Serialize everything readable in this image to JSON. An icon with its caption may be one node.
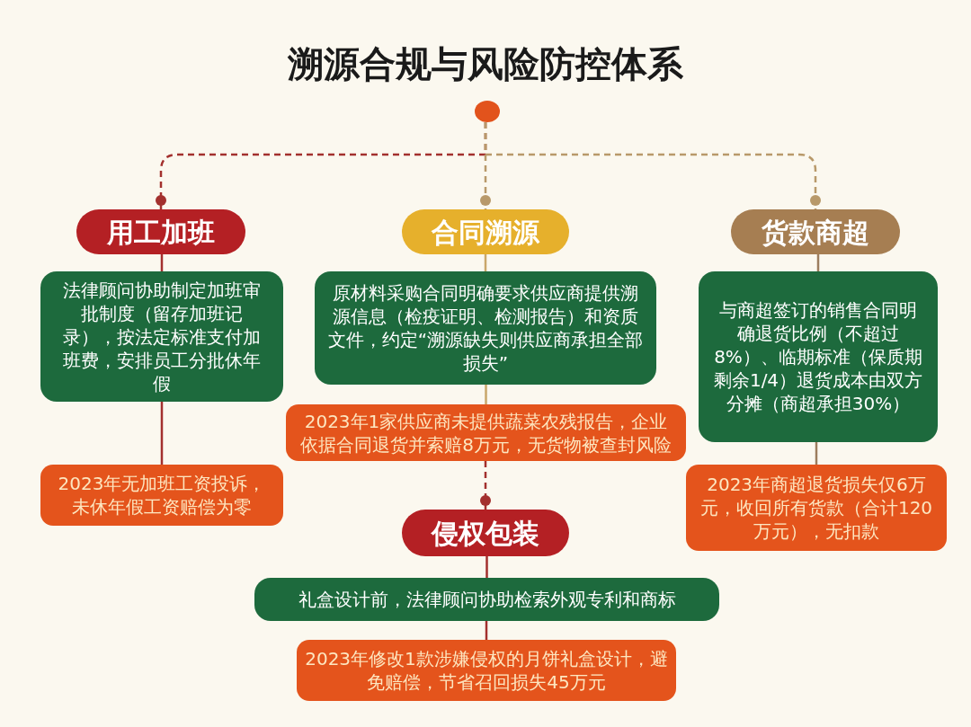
{
  "diagram": {
    "title": "溯源合规与风险防控体系",
    "nodes": [
      {
        "text": [],
        "shape": "circle"
      },
      {
        "text": [
          "用工加班"
        ]
      },
      {
        "text": [
          "合同溯源"
        ]
      },
      {
        "text": [
          "货款商超"
        ]
      },
      {
        "text": [
          "法律顾问协助制定加班审批制度（留存加班记录），按法定标准支付加班费，安排员工分批休年假"
        ]
      },
      {
        "text": [
          "原材料采购合同明确要求供应商提供溯源信息（检疫证明、检测报告）和资质文件，约定“溯源缺失则供应商承担全部损失”"
        ]
      },
      {
        "text": [
          "与商超签订的销售合同明确退货比例（不超过8%）、临期标准（保质期剩余1/4）退货成本由双方分摊（商超承担30%）"
        ]
      },
      {
        "text": [
          "2023年1家供应商未提供蔬菜农残报告，企业依据合同退货并索赔8万元，无货物被查封风险"
        ]
      },
      {
        "text": [
          "2023年无加班工资投诉，未休年假工资赔偿为零"
        ]
      },
      {
        "text": [
          "2023年商超退货损失仅6万元，收回所有货款（合计120万元），无扣款"
        ]
      },
      {
        "text": [
          "侵权包装"
        ]
      },
      {
        "text": [
          "礼盒设计前，法律顾问协助检索外观专利和商标"
        ]
      },
      {
        "text": [
          "2023年修改1款涉嫌侵权的月饼礼盒设计，避免赔偿，节省召回损失45万元"
        ]
      }
    ],
    "edges": [
      {
        "from": 0,
        "to": 1,
        "arrow": "other",
        "style": "dashed"
      },
      {
        "from": 0,
        "to": 2,
        "arrow": "other",
        "style": "dashed",
        "color": "#b8996a"
      },
      {
        "from": 0,
        "to": 3,
        "arrow": "other",
        "style": "dashed",
        "color": "#b8996a"
      },
      {
        "from": 1,
        "to": 4,
        "arrow": "none"
      },
      {
        "from": 2,
        "to": 5,
        "arrow": "none",
        "color": "#c9a76a"
      },
      {
        "from": 3,
        "to": 6,
        "arrow": "none",
        "color": "#9c7d5e"
      },
      {
        "from": 5,
        "to": 7,
        "arrow": "none",
        "color": "#c9a76a"
      },
      {
        "from": 4,
        "to": 8,
        "arrow": "none"
      },
      {
        "from": 6,
        "to": 9,
        "arrow": "none",
        "color": "#9c7d5e"
      },
      {
        "from": 7,
        "to": 10,
        "arrow": "other",
        "style": "dashed"
      },
      {
        "from": 10,
        "to": 11,
        "arrow": "none"
      },
      {
        "from": 11,
        "to": 12,
        "arrow": "none"
      }
    ]
  }
}
